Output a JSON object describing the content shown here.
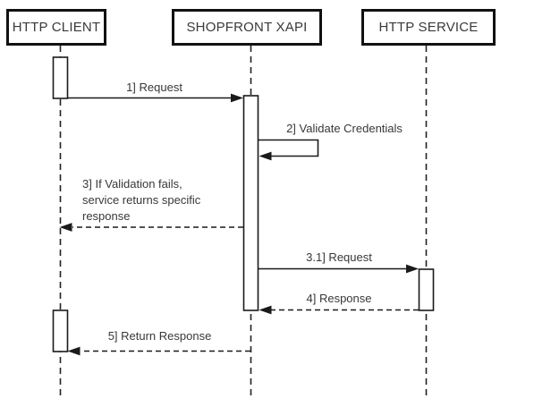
{
  "diagram": {
    "type": "uml-sequence-diagram",
    "background": "#ffffff",
    "line_color": "#1a1a1a",
    "text_color": "#383838",
    "actors": [
      {
        "id": "http-client",
        "name": "HTTP CLIENT"
      },
      {
        "id": "shopfront-xapi",
        "name": "SHOPFRONT XAPI"
      },
      {
        "id": "http-service",
        "name": "HTTP SERVICE"
      }
    ],
    "messages": [
      {
        "seq": "1",
        "label": "1] Request",
        "from": "HTTP CLIENT",
        "to": "SHOPFRONT XAPI",
        "line": "solid"
      },
      {
        "seq": "2",
        "label": "2] Validate Credentials",
        "from": "SHOPFRONT XAPI",
        "to": "SHOPFRONT XAPI",
        "line": "solid-self"
      },
      {
        "seq": "3",
        "label": "3] If Validation fails,\nservice returns specific\nresponse",
        "from": "SHOPFRONT XAPI",
        "to": "HTTP CLIENT",
        "line": "dashed"
      },
      {
        "seq": "3.1",
        "label": "3.1] Request",
        "from": "SHOPFRONT XAPI",
        "to": "HTTP SERVICE",
        "line": "solid"
      },
      {
        "seq": "4",
        "label": "4] Response",
        "from": "HTTP SERVICE",
        "to": "SHOPFRONT XAPI",
        "line": "dashed"
      },
      {
        "seq": "5",
        "label": "5] Return Response",
        "from": "SHOPFRONT XAPI",
        "to": "HTTP CLIENT",
        "line": "dashed"
      }
    ]
  }
}
